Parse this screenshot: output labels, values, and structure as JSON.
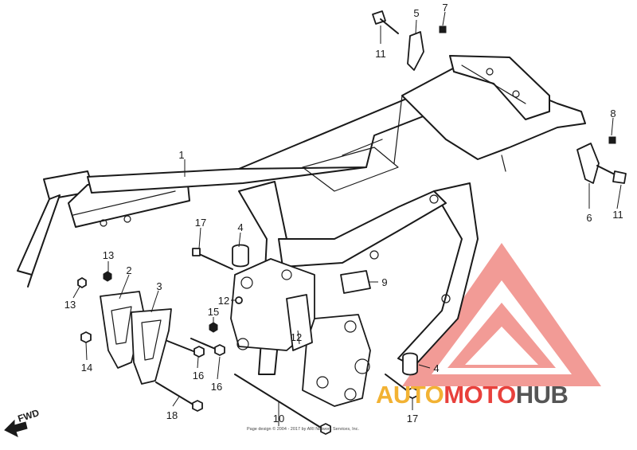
{
  "diagram": {
    "fwd_label": "FWD",
    "copyright": "Page design © 2004 - 2017 by ARI Network Services, Inc.",
    "logo": {
      "text": "AUTOMOTOHUB",
      "segments": [
        "AUTO",
        "MOTO",
        "HUB"
      ],
      "colors": [
        "#f2b233",
        "#e8413c",
        "#555555"
      ],
      "mark_color": "#f08a84"
    },
    "callouts": [
      {
        "id": "c1",
        "label": "1"
      },
      {
        "id": "c2",
        "label": "2"
      },
      {
        "id": "c3",
        "label": "3"
      },
      {
        "id": "c4a",
        "label": "4"
      },
      {
        "id": "c4b",
        "label": "4"
      },
      {
        "id": "c5",
        "label": "5"
      },
      {
        "id": "c6",
        "label": "6"
      },
      {
        "id": "c7",
        "label": "7"
      },
      {
        "id": "c8",
        "label": "8"
      },
      {
        "id": "c9",
        "label": "9"
      },
      {
        "id": "c10",
        "label": "10"
      },
      {
        "id": "c11a",
        "label": "11"
      },
      {
        "id": "c11b",
        "label": "11"
      },
      {
        "id": "c12a",
        "label": "12"
      },
      {
        "id": "c12b",
        "label": "12"
      },
      {
        "id": "c13a",
        "label": "13"
      },
      {
        "id": "c13b",
        "label": "13"
      },
      {
        "id": "c14",
        "label": "14"
      },
      {
        "id": "c15",
        "label": "15"
      },
      {
        "id": "c16a",
        "label": "16"
      },
      {
        "id": "c16b",
        "label": "16"
      },
      {
        "id": "c17a",
        "label": "17"
      },
      {
        "id": "c17b",
        "label": "17"
      },
      {
        "id": "c18",
        "label": "18"
      }
    ]
  }
}
